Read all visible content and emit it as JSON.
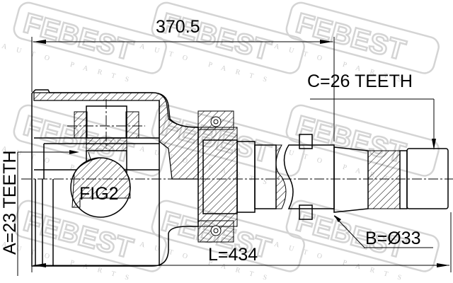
{
  "watermark": {
    "brand": "FEBEST",
    "tagline": "AUTO PARTS",
    "color": "#d4d4d4"
  },
  "dimensions": {
    "top_length": "370.5",
    "c_teeth": "C=26 TEETH",
    "b_diameter": "B=Ø33",
    "a_teeth": "A=23 TEETH",
    "total_length": "L=434"
  },
  "detail_label": "FIG2"
}
